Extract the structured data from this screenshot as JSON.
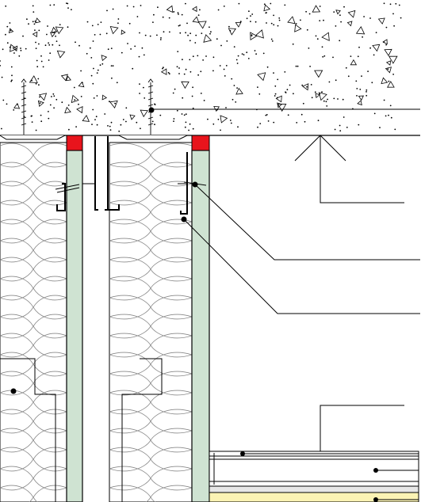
{
  "drawing": {
    "colors": {
      "background": "#ffffff",
      "line": "#000000",
      "concrete": "#ffffff",
      "concrete_aggregate": "#000000",
      "board": "#cfe3d2",
      "fire_seal": "#e8141c",
      "finish_panel": "#fbf3b4",
      "insulation_line": "#8a8a8a"
    },
    "components": [
      "concrete-slab",
      "ceiling-anchor-screws",
      "mineral-wool-insulation",
      "gypsum-board-left",
      "gypsum-board-right",
      "fire-seal-strips",
      "steel-track-stud",
      "leader-lines",
      "suspended-ceiling"
    ]
  }
}
